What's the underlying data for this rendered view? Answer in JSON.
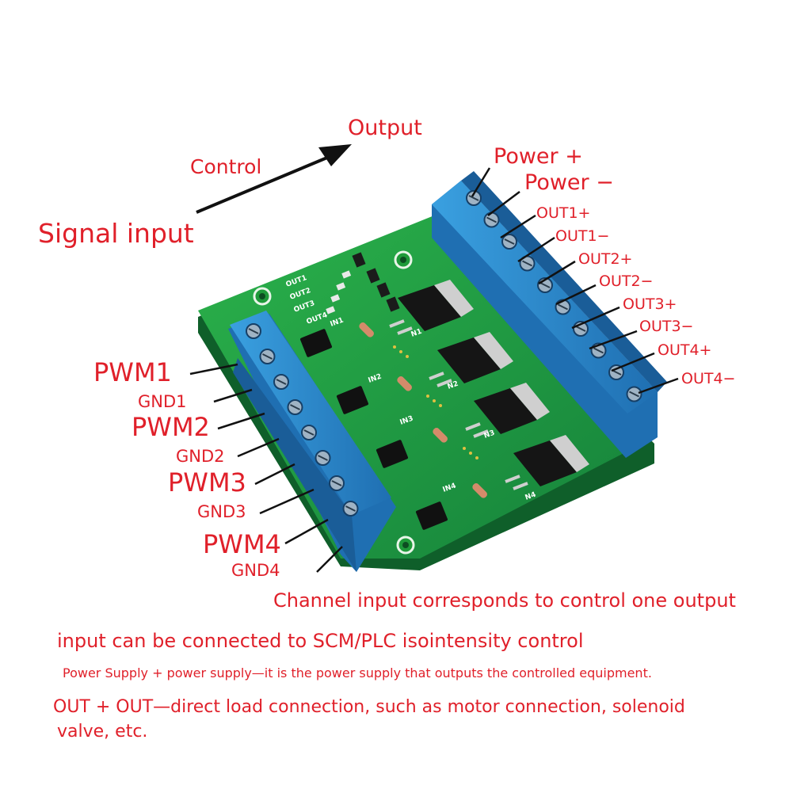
{
  "top": {
    "control_label": "Control",
    "output_label": "Output",
    "signal_input_label": "Signal input"
  },
  "left_terminals": [
    {
      "label": "PWM1",
      "size": "xl"
    },
    {
      "label": "GND1",
      "size": "s"
    },
    {
      "label": "PWM2",
      "size": "xl"
    },
    {
      "label": "GND2",
      "size": "s"
    },
    {
      "label": "PWM3",
      "size": "xl"
    },
    {
      "label": "GND3",
      "size": "s"
    },
    {
      "label": "PWM4",
      "size": "xl"
    },
    {
      "label": "GND4",
      "size": "s"
    }
  ],
  "right_terminals": [
    {
      "label": "Power +"
    },
    {
      "label": "Power −"
    },
    {
      "label": "OUT1+"
    },
    {
      "label": "OUT1−"
    },
    {
      "label": "OUT2+"
    },
    {
      "label": "OUT2−"
    },
    {
      "label": "OUT3+"
    },
    {
      "label": "OUT3−"
    },
    {
      "label": "OUT4+"
    },
    {
      "label": "OUT4−"
    }
  ],
  "board_silkscreen": {
    "out_labels": [
      "OUT1",
      "OUT2",
      "OUT3",
      "OUT4"
    ],
    "in_labels": [
      "IN1",
      "IN2",
      "IN3",
      "IN4"
    ],
    "n_labels": [
      "N1",
      "N2",
      "N3",
      "N4"
    ]
  },
  "descriptions": {
    "channel_note": "Channel input corresponds to control one output",
    "input_note": "input can be connected to SCM/PLC isointensity control",
    "power_note": "Power Supply + power supply—it is the power supply that outputs the controlled equipment.",
    "out_note_line1": "OUT + OUT—direct load connection, such as motor connection, solenoid",
    "out_note_line2": "valve, etc."
  },
  "colors": {
    "label_red": "#e0202a",
    "pcb_green": "#1f9a3a",
    "terminal_blue": "#2f8fd0"
  }
}
